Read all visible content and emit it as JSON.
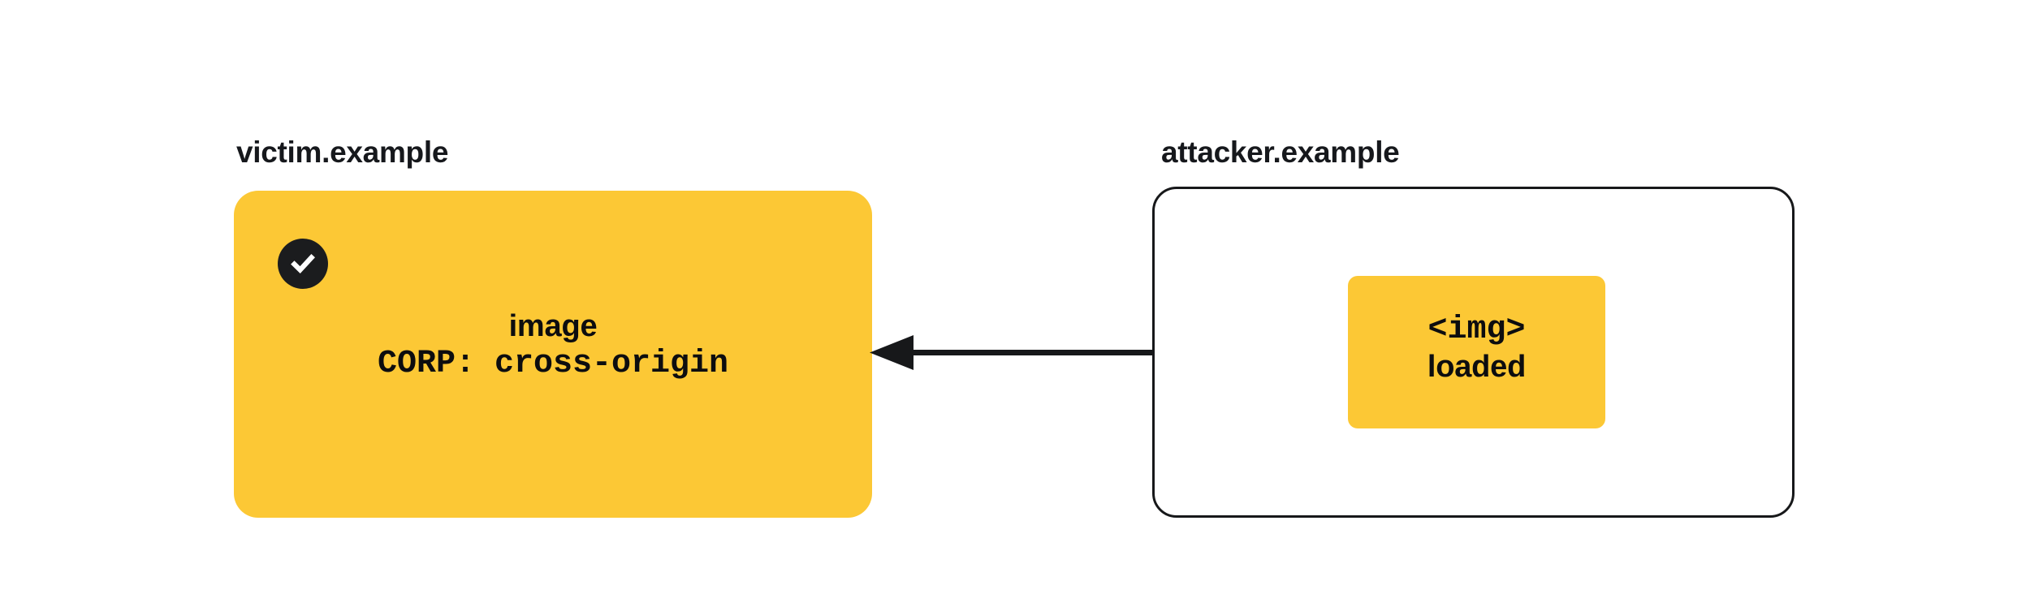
{
  "diagram": {
    "background_color": "#ffffff",
    "accent_color": "#fcc835",
    "ink_color": "#16181c"
  },
  "victim": {
    "label": "victim.example",
    "badge_icon": "check-circle-icon",
    "badge_meaning": "allowed",
    "resource_name": "image",
    "header_text": "CORP: cross-origin"
  },
  "attacker": {
    "label": "attacker.example",
    "element_tag": "<img>",
    "element_state": "loaded"
  },
  "arrow": {
    "direction": "right-to-left",
    "meaning": "attacker.example requests image from victim.example",
    "color": "#17181a"
  }
}
